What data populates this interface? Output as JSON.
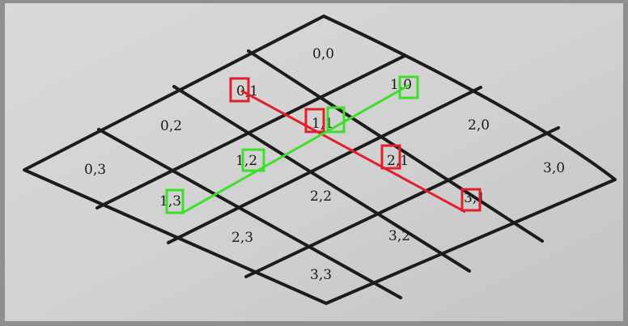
{
  "diagram": {
    "cells": [
      {
        "id": "0,0",
        "label": "0,0"
      },
      {
        "id": "1,0",
        "label": "1,0"
      },
      {
        "id": "2,0",
        "label": "2,0"
      },
      {
        "id": "3,0",
        "label": "3,0"
      },
      {
        "id": "0,1",
        "label": "0,1"
      },
      {
        "id": "1,1",
        "label": "1,1"
      },
      {
        "id": "2,1",
        "label": "2,1"
      },
      {
        "id": "3,1",
        "label": "3,1"
      },
      {
        "id": "0,2",
        "label": "0,2"
      },
      {
        "id": "1,2",
        "label": "1,2"
      },
      {
        "id": "2,2",
        "label": "2,2"
      },
      {
        "id": "3,2",
        "label": "3,2"
      },
      {
        "id": "0,3",
        "label": "0,3"
      },
      {
        "id": "1,3",
        "label": "1,3"
      },
      {
        "id": "2,3",
        "label": "2,3"
      },
      {
        "id": "3,3",
        "label": "3,3"
      }
    ],
    "colors": {
      "page": "#d6d6d6",
      "grid_line": "#1c1c1c",
      "red_path": "#e0202a",
      "green_path": "#3ce02a"
    }
  }
}
